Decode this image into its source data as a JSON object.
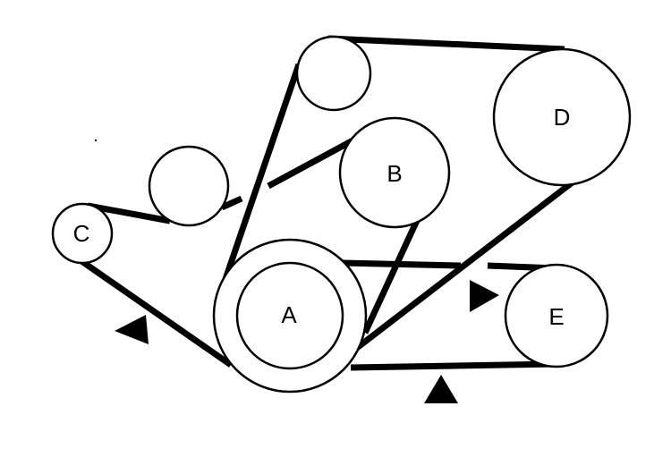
{
  "diagram": {
    "pulleys": [
      {
        "id": "A",
        "label": "A"
      },
      {
        "id": "B",
        "label": "B"
      },
      {
        "id": "C",
        "label": "C"
      },
      {
        "id": "D",
        "label": "D"
      },
      {
        "id": "E",
        "label": "E"
      },
      {
        "id": "idler-top",
        "label": ""
      },
      {
        "id": "idler-left",
        "label": ""
      }
    ],
    "colors": {
      "line": "#000000",
      "background": "#ffffff"
    }
  }
}
